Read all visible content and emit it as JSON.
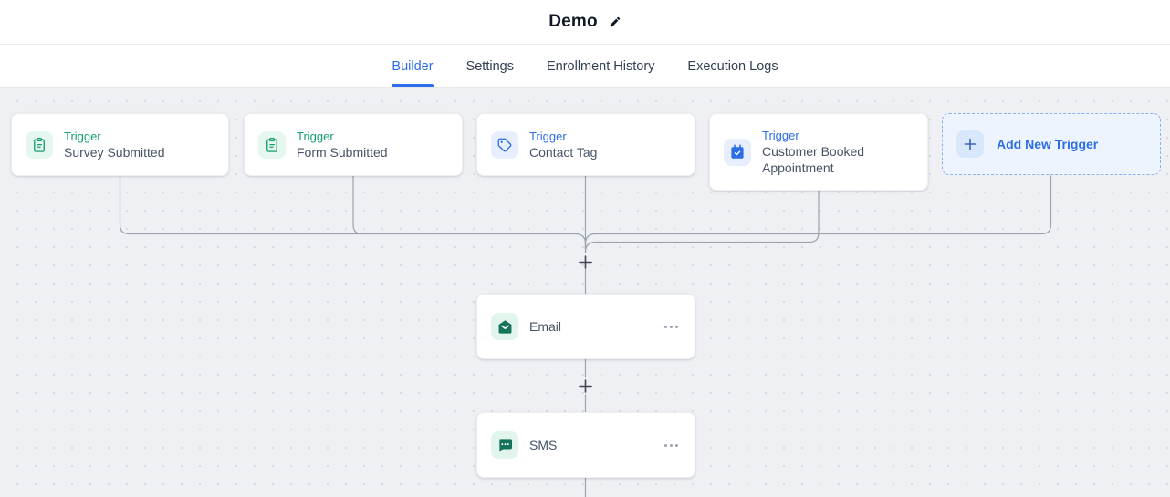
{
  "header": {
    "title": "Demo",
    "edit_icon": "pencil-icon"
  },
  "tabs": {
    "items": [
      {
        "label": "Builder",
        "active": true
      },
      {
        "label": "Settings",
        "active": false
      },
      {
        "label": "Enrollment History",
        "active": false
      },
      {
        "label": "Execution Logs",
        "active": false
      }
    ]
  },
  "canvas": {
    "triggers": [
      {
        "label": "Trigger",
        "name": "Survey Submitted",
        "icon": "clipboard-icon",
        "accent": "green"
      },
      {
        "label": "Trigger",
        "name": "Form Submitted",
        "icon": "clipboard-icon",
        "accent": "green"
      },
      {
        "label": "Trigger",
        "name": "Contact Tag",
        "icon": "tag-icon",
        "accent": "blue"
      },
      {
        "label": "Trigger",
        "name": "Customer Booked Appointment",
        "icon": "calendar-check-icon",
        "accent": "blue"
      }
    ],
    "add_trigger": {
      "label": "Add New Trigger",
      "icon": "plus-icon"
    },
    "actions": [
      {
        "label": "Email",
        "icon": "email-icon",
        "menu_icon": "ellipsis-icon"
      },
      {
        "label": "SMS",
        "icon": "sms-icon",
        "menu_icon": "ellipsis-icon"
      }
    ]
  },
  "colors": {
    "accent_blue": "#2b6ee6",
    "accent_green": "#149e6e",
    "action_dark_green": "#15735a",
    "canvas_background": "#eef0f4",
    "connector_gray": "#9ba3af"
  }
}
